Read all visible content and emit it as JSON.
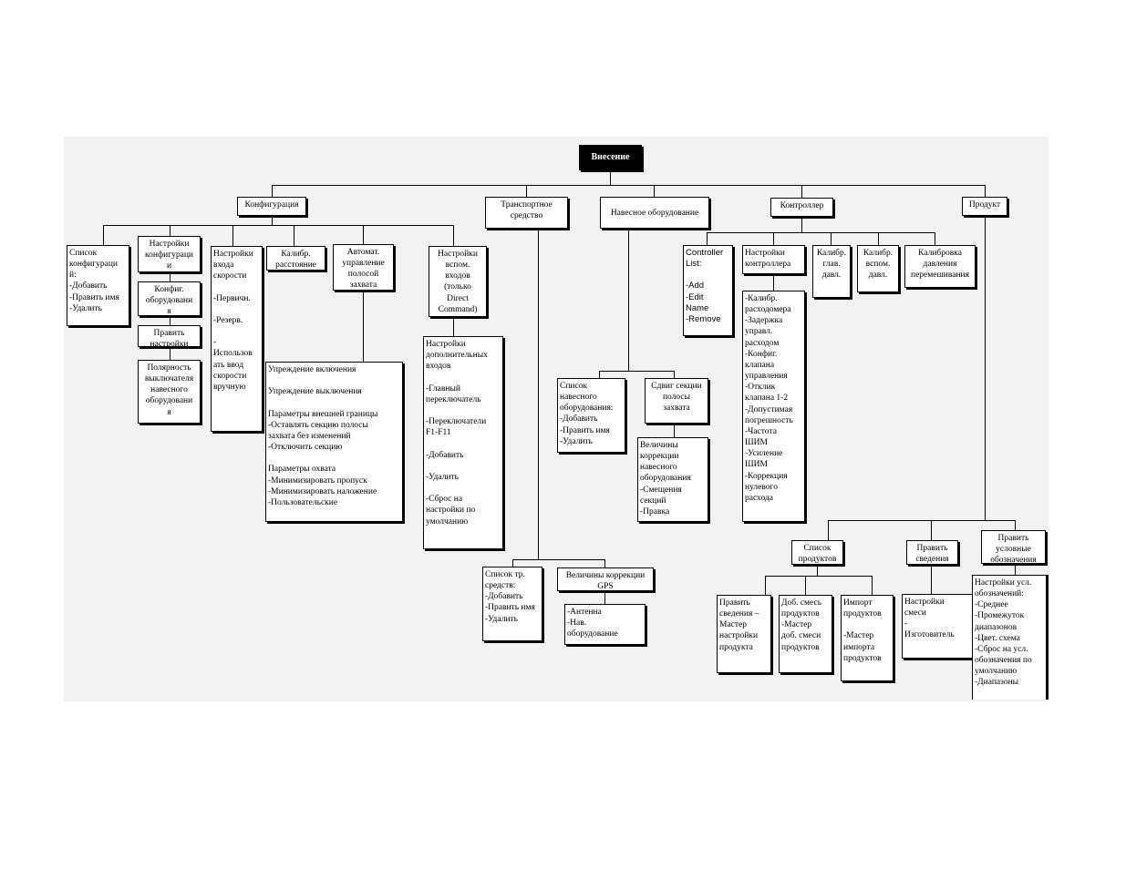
{
  "root": "Внесение",
  "nodes": {
    "konfig": "Конфигурация",
    "transport": "Транспортное\nсредство",
    "navesnoe": "Навесное оборудование",
    "kontroller": "Контроллер",
    "produkt": "Продукт",
    "spisok_konfig": "Список\nконфигураци\nй:\n-Добавить\n-Править имя\n-Удалить",
    "nastr_konfig": "Настройки\nконфигураци\nи",
    "konfig_oborud": "Конфиг.\nоборудовани\nя",
    "pravit_nastr": "Править\nнастройки",
    "polyarnost": "Полярность\nвыключателя\nнавесного\nоборудовани\nя",
    "nastr_vhoda": "Настройки\nвхода\nскорости\n\n-Первичн.\n\n-Резерв.\n\n-\nИспользов\nать ввод\nскорости\nвручную",
    "kalibr_rast": "Калибр.\nрасстояние",
    "avtomat": "Автомат.\nуправление\nполосой\nзахвата",
    "uprezhd": "Упреждение включения\n\nУпреждение выключения\n\nПараметры внешней границы\n-Оставлять секцию полосы\nзахвата без изменений\n-Отключить секцию\n\nПараметры охвата\n-Минимизировать пропуск\n-Минимизировать наложение\n-Пользовательские",
    "nastr_vspom": "Настройки\nвспом.\nвходов\n(только\nDirect\nCommand)",
    "nastr_dop": "Настройки\nдополнительных\nвходов\n\n-Главный\nпереключатель\n\n-Переключатели\nF1-F11\n\n-Добавить\n\n-Удалить\n\n-Сброс на\nнастройки по\nумолчанию",
    "spisok_tr": "Список тр.\nсредств:\n-Добавить\n-Править имя\n-Удалить",
    "velichiny_gps": "Величины коррекции\nGPS",
    "antenna": "-Антенна\n-Нав.\nоборудование",
    "spisok_nav": "Список\nнавесного\nоборудования:\n-Добавить\n-Править имя\n-Удалить",
    "sdvig": "Сдвиг секции\nполосы\nзахвата",
    "velichiny_nav": "Величины\nкоррекции\nнавесного\nоборудования\n-Смещения\nсекций\n-Правка",
    "controller_list": "Controller\nList:\n\n-Add\n-Edit\nName\n-Remove",
    "nastr_kontr": "Настройки\nконтроллера",
    "kontr_list": "-Калибр.\nрасходомера\n-Задержка\nуправл.\nрасходом\n-Конфиг.\nклапана\nуправления\n-Отклик\nклапана 1-2\n-Допустимая\nпогрешность\n-Частота\nШИМ\n-Усиление\nШИМ\n-Коррекция\nнулевого\nрасхода",
    "kalibr_glav": "Калибр.\nглав.\nдавл.",
    "kalibr_vspom": "Калибр.\nвспом.\nдавл.",
    "kalibr_davl": "Калибровка\nдавления\nперемешивания",
    "spisok_prod": "Список\nпродуктов",
    "pravit_sved": "Править\nсведения",
    "pravit_usl": "Править\nусловные\nобозначения",
    "pravit_master": "Править\nсведения –\nМастер\nнастройки\nпродукта",
    "dob_smes": "Доб. смесь\nпродуктов\n-Мастер\nдоб. смеси\nпродуктов",
    "import": "Импорт\nпродуктов\n\n-Мастер\nимпорта\nпродуктов",
    "nastr_smesi": "Настройки\nсмеси\n-\nИзготовитель",
    "nastr_usl": "Настройки усл.\nобозначений:\n-Среднее\n-Промежуток\nдиапазонов\n-Цвет. схема\n-Сброс на усл.\nобозначения по\nумолчанию\n-Диапазоны"
  }
}
